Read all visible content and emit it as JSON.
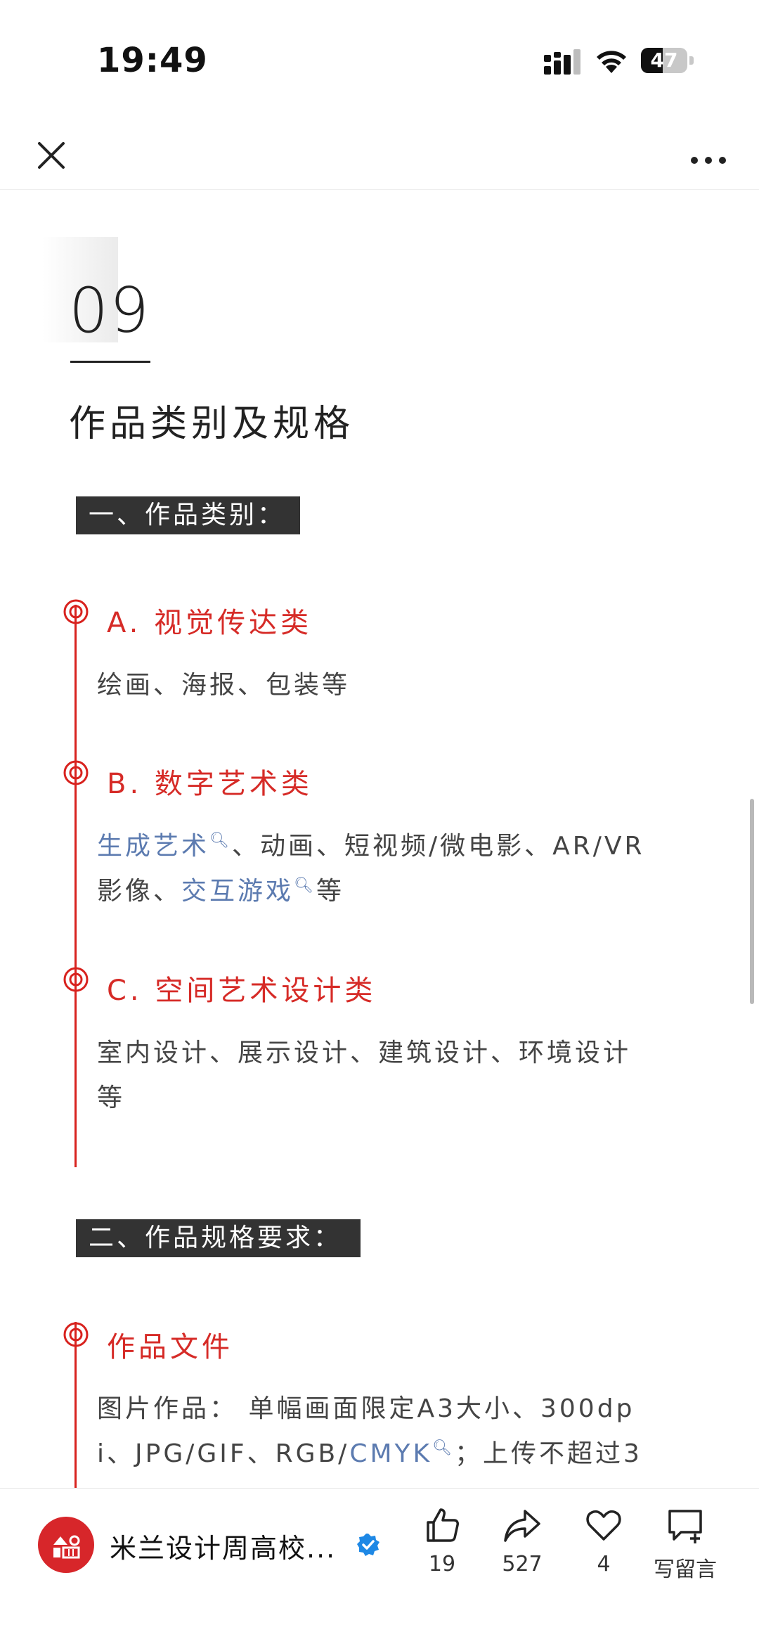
{
  "status_bar": {
    "time": "19:49",
    "battery": "47",
    "battery_level": 0.47
  },
  "article": {
    "section_number": "09",
    "section_title": "作品类别及规格",
    "part1": {
      "tag": "一、作品类别：",
      "items": [
        {
          "title": "A. 视觉传达类",
          "desc": "绘画、海报、包装等"
        },
        {
          "title": "B. 数字艺术类",
          "desc_parts": {
            "link1": "生成艺术",
            "text1": "、动画、短视频/微电影、AR/VR",
            "text2": "影像、",
            "link2": "交互游戏",
            "text3": "等"
          }
        },
        {
          "title": "C. 空间艺术设计类",
          "desc_line1": "室内设计、展示设计、建筑设计、环境设计",
          "desc_line2": "等"
        }
      ]
    },
    "part2": {
      "tag": "二、作品规格要求：",
      "item": {
        "title": "作品文件",
        "label": "图片作品：",
        "text1": "单幅画面限定A3大小、300dp",
        "text2": "i、JPG/GIF、RGB/",
        "link": "CMYK",
        "text3": "；上传不超过3"
      }
    }
  },
  "bottom_bar": {
    "account_name": "米兰设计周高校...",
    "like_count": "19",
    "share_count": "527",
    "favorite_count": "4",
    "comment_label": "写留言"
  },
  "colors": {
    "accent_red": "#d62b27",
    "link_blue": "#5c7bb0",
    "tag_bg": "#333333",
    "verified_blue": "#1e88e5"
  }
}
